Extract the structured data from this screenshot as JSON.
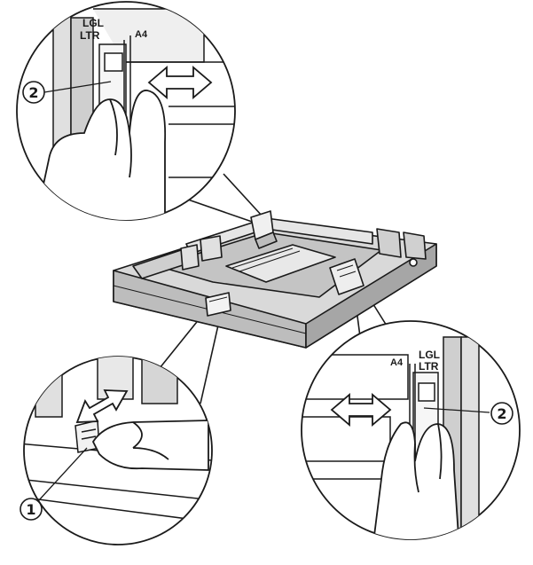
{
  "callouts": {
    "lever": "1",
    "guide": "2"
  },
  "size_labels": {
    "legal": "LGL",
    "letter": "LTR",
    "a4": "A4"
  },
  "icons": [
    "double-arrow-icon",
    "finger-icon"
  ],
  "colors": {
    "tray_fill": "#d9d9d9",
    "tray_dark": "#a6a6a6",
    "outline": "#1a1a1a",
    "background": "#ffffff"
  }
}
